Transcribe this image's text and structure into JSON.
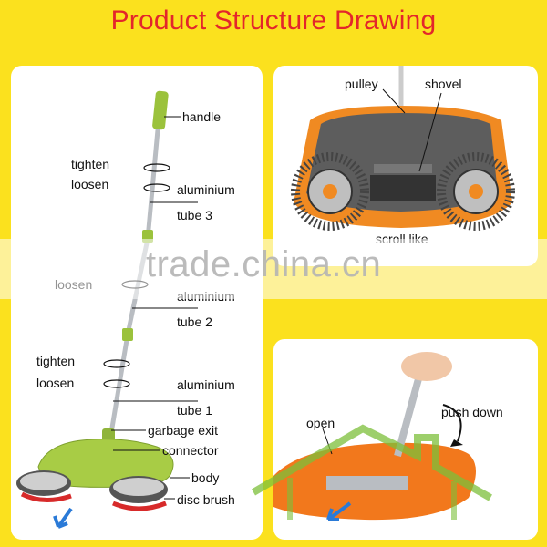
{
  "title": "Product Structure Drawing",
  "left_labels": {
    "handle": "handle",
    "tighten_1": "tighten",
    "loosen_1": "loosen",
    "aluminium_3": "aluminium",
    "tube_3": "tube 3",
    "loosen_2": "loosen",
    "aluminium_2": "aluminium",
    "tube_2": "tube 2",
    "tighten_3": "tighten",
    "loosen_3": "loosen",
    "aluminium_1": "aluminium",
    "tube_1": "tube 1",
    "garbage_exit": "garbage exit",
    "connector": "connector",
    "body": "body",
    "disc_brush": "disc brush"
  },
  "right_top_labels": {
    "pulley": "pulley",
    "shovel": "shovel",
    "scroll": "scroll like"
  },
  "right_bottom_labels": {
    "open": "open",
    "push_down": "push down"
  },
  "watermark": "trade.china.cn",
  "colors": {
    "background": "#fbe11e",
    "title": "#e3262b",
    "broom_green": "#9bc23c",
    "pole_silver": "#b9bdc2",
    "sweeper_orange": "#f2781c",
    "logo_green": "#7cbf3a"
  }
}
